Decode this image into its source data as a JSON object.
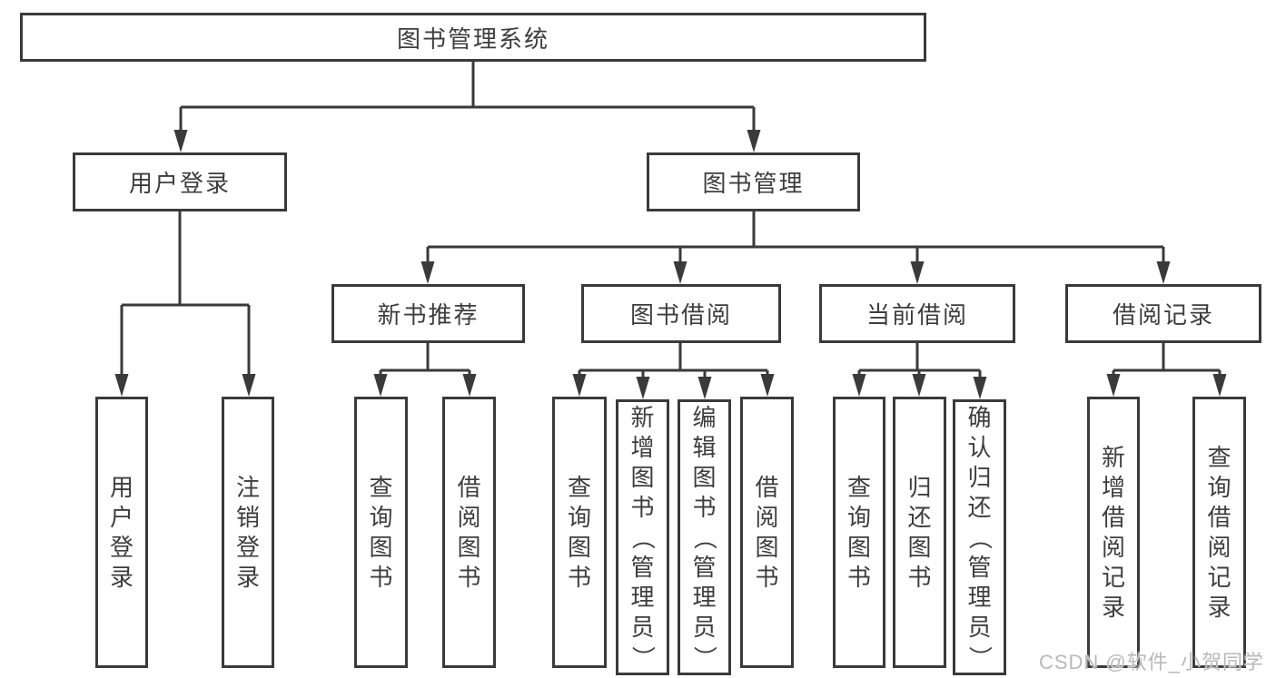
{
  "tree": {
    "label": "图书管理系统",
    "children": [
      {
        "label": "用户登录",
        "children": [
          {
            "label": "用户登录"
          },
          {
            "label": "注销登录"
          }
        ]
      },
      {
        "label": "图书管理",
        "children": [
          {
            "label": "新书推荐",
            "children": [
              {
                "label": "查询图书"
              },
              {
                "label": "借阅图书"
              }
            ]
          },
          {
            "label": "图书借阅",
            "children": [
              {
                "label": "查询图书"
              },
              {
                "label": "新增图书（管理员）"
              },
              {
                "label": "编辑图书（管理员）"
              },
              {
                "label": "借阅图书"
              }
            ]
          },
          {
            "label": "当前借阅",
            "children": [
              {
                "label": "查询图书"
              },
              {
                "label": "归还图书"
              },
              {
                "label": "确认归还（管理员）"
              }
            ]
          },
          {
            "label": "借阅记录",
            "children": [
              {
                "label": "新增借阅记录"
              },
              {
                "label": "查询借阅记录"
              }
            ]
          }
        ]
      }
    ]
  },
  "watermark": {
    "text": "CSDN @软件_小贺同学"
  },
  "colors": {
    "line": "#3a3a3a",
    "text": "#3d3d3d",
    "background": "#ffffff",
    "watermark": "#b9b9b9"
  }
}
